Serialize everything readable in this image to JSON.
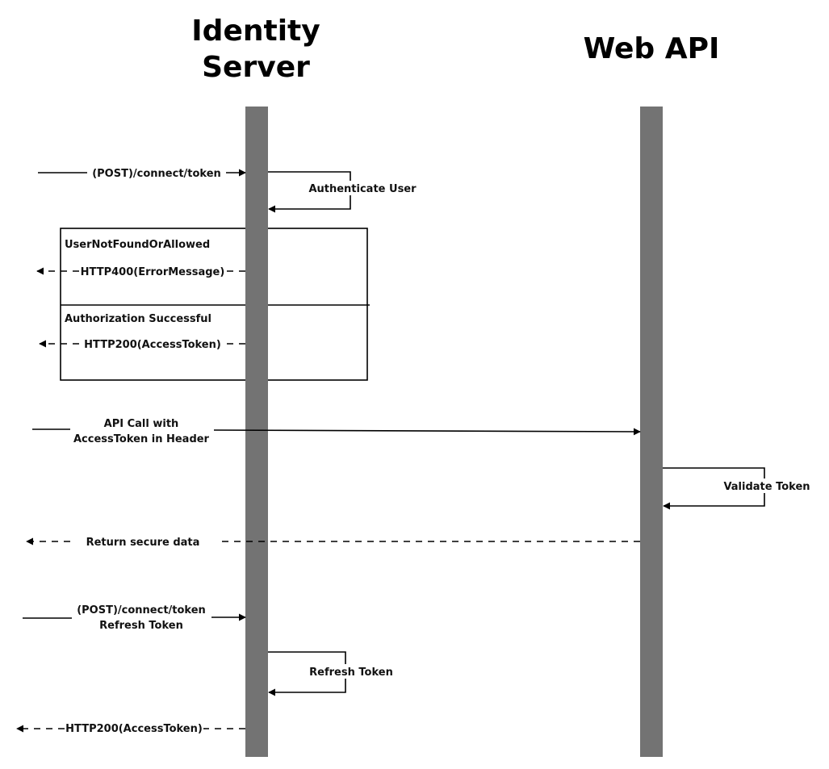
{
  "participants": {
    "identity_server": {
      "line1": "Identity",
      "line2": "Server"
    },
    "web_api": {
      "title": "Web API"
    }
  },
  "messages": {
    "post_token": "(POST)/connect/token",
    "authenticate_user": "Authenticate User",
    "user_not_found": "UserNotFoundOrAllowed",
    "http400": "HTTP400(ErrorMessage)",
    "auth_success": "Authorization Successful",
    "http200_a": "HTTP200(AccessToken)",
    "api_call_line1": "API Call with",
    "api_call_line2": "AccessToken in Header",
    "validate_token": "Validate Token",
    "return_secure": "Return secure data",
    "post_refresh_line1": "(POST)/connect/token",
    "post_refresh_line2": "Refresh Token",
    "refresh_token": "Refresh Token",
    "http200_b": "HTTP200(AccessToken)"
  },
  "colors": {
    "lifeline": "#737373",
    "line": "#000000",
    "background": "#ffffff"
  }
}
